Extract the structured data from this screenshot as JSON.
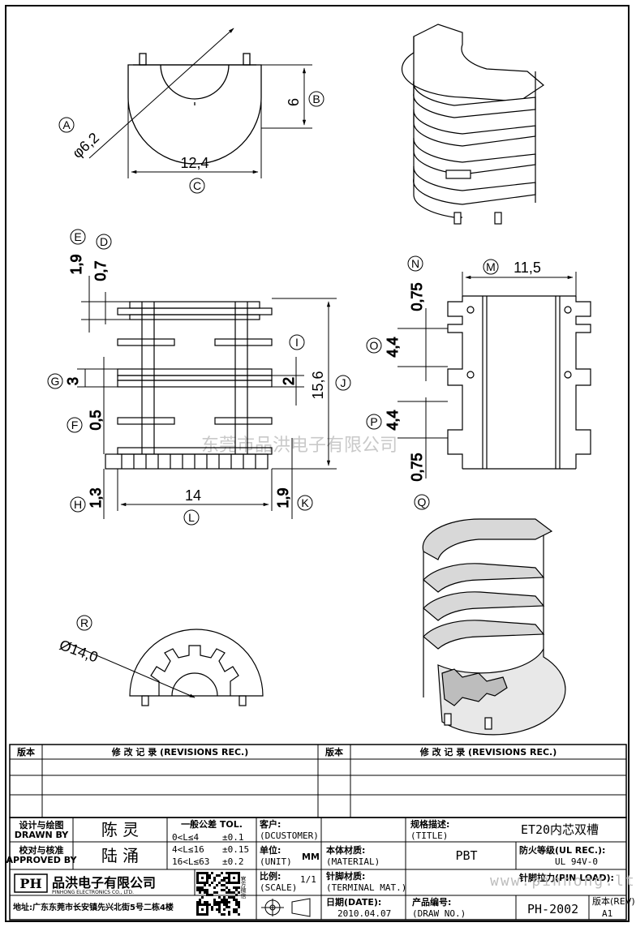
{
  "dimensions": {
    "A": {
      "label": "A",
      "value": "φ6,2"
    },
    "B": {
      "label": "B",
      "value": "6"
    },
    "C": {
      "label": "C",
      "value": "12,4"
    },
    "D": {
      "label": "D",
      "value": "0,7"
    },
    "E": {
      "label": "E",
      "value": "1,9"
    },
    "F": {
      "label": "F",
      "value": "0,5"
    },
    "G": {
      "label": "G",
      "value": "3"
    },
    "H": {
      "label": "H",
      "value": "1,3"
    },
    "I": {
      "label": "I",
      "value": "2"
    },
    "J": {
      "label": "J",
      "value": "15,6"
    },
    "K": {
      "label": "K",
      "value": "1,9"
    },
    "L": {
      "label": "L",
      "value": "14"
    },
    "M": {
      "label": "M",
      "value": "11,5"
    },
    "N": {
      "label": "N",
      "value": "0,75"
    },
    "O": {
      "label": "O",
      "value": "4,4"
    },
    "P": {
      "label": "P",
      "value": "4,4"
    },
    "Q": {
      "label": "Q",
      "value": "0,75"
    },
    "R": {
      "label": "R",
      "value": "Ø14,0"
    }
  },
  "watermark": {
    "cn": "东莞市品洪电子有限公司",
    "url": "www.pinhong.ltd"
  },
  "revisions": {
    "col_version": "版本",
    "col_record": "修 改 记 录 (REVISIONS REC.)"
  },
  "title_block": {
    "designer_cn": "设计与绘图",
    "designer_en": "DRAWN BY",
    "designer_name": "陈 灵",
    "approver_cn": "校对与核准",
    "approver_en": "APPROVED BY",
    "approver_name": "陆 涌",
    "tol_title": "一般公差 TOL.",
    "tolerances": [
      {
        "range": "0<L≤4",
        "value": "±0.1"
      },
      {
        "range": "4<L≤16",
        "value": "±0.15"
      },
      {
        "range": "16<L≤63",
        "value": "±0.2"
      }
    ],
    "customer_cn": "客户:",
    "customer_en": "(DCUSTOMER)",
    "unit_cn": "单位:",
    "unit_en": "(UNIT)",
    "unit_value": "MM",
    "material_cn": "本体材质:",
    "material_en": "(MATERIAL)",
    "material_value": "PBT",
    "scale_cn": "比例:",
    "scale_en": "(SCALE)",
    "scale_value": "1/1",
    "terminal_cn": "针脚材质:",
    "terminal_en": "(TERMINAL MAT.)",
    "spec_cn": "规格描述:",
    "spec_en": "(TITLE)",
    "spec_value": "ET20内芯双槽",
    "ul_cn": "防火等级(UL REC.):",
    "ul_value": "UL 94V-0",
    "pin_load": "针脚拉力(PIN LOAD):",
    "date_cn": "日期(DATE):",
    "date_value": "2010.04.07",
    "drawno_cn": "产品编号:",
    "drawno_en": "(DRAW NO.)",
    "drawno_value": "PH-2002",
    "rev_cn": "版本(REV):",
    "rev_value": "A1",
    "company_cn": "品洪电子有限公司",
    "company_en": "PINHONG ELECTRONICS CO., LTD.",
    "logo_text": "PH",
    "address": "地址:广东东莞市长安镇先兴北街5号二栋4楼",
    "qr_caption": "官方微信"
  }
}
